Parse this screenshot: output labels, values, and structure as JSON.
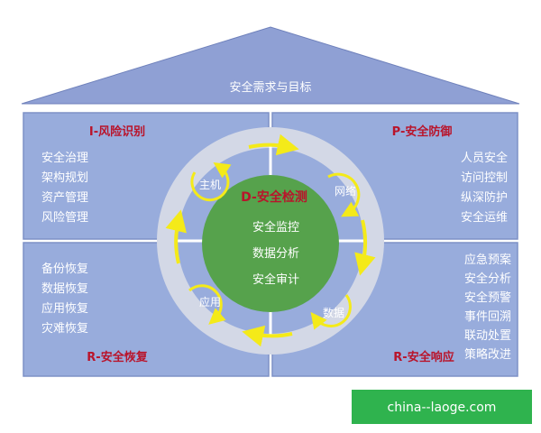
{
  "roof": {
    "title": "安全需求与目标"
  },
  "quadrants": {
    "top_left": {
      "title": "I-风险识别",
      "items": [
        "安全治理",
        "架构规划",
        "资产管理",
        "风险管理"
      ]
    },
    "top_right": {
      "title": "P-安全防御",
      "items": [
        "人员安全",
        "访问控制",
        "纵深防护",
        "安全运维"
      ]
    },
    "bottom_left": {
      "title": "R-安全恢复",
      "items": [
        "备份恢复",
        "数据恢复",
        "应用恢复",
        "灾难恢复"
      ]
    },
    "bottom_right": {
      "title": "R-安全响应",
      "items": [
        "应急预案",
        "安全分析",
        "安全预警",
        "事件回溯",
        "联动处置",
        "策略改进"
      ]
    }
  },
  "center": {
    "title": "D-安全检测",
    "items": [
      "安全监控",
      "数据分析",
      "安全审计"
    ]
  },
  "ring_nodes": {
    "host": "主机",
    "network": "网络",
    "app": "应用",
    "data": "数据"
  },
  "watermark": {
    "text": "china--laoge.com"
  },
  "colors": {
    "roof": "#8fa0d4",
    "panel": "#98acdc",
    "ring": "#d3d8e6",
    "center": "#56a24c",
    "title_red": "#b9142b",
    "arrow": "#f4ea19",
    "watermark_bg": "#2fb34e"
  }
}
